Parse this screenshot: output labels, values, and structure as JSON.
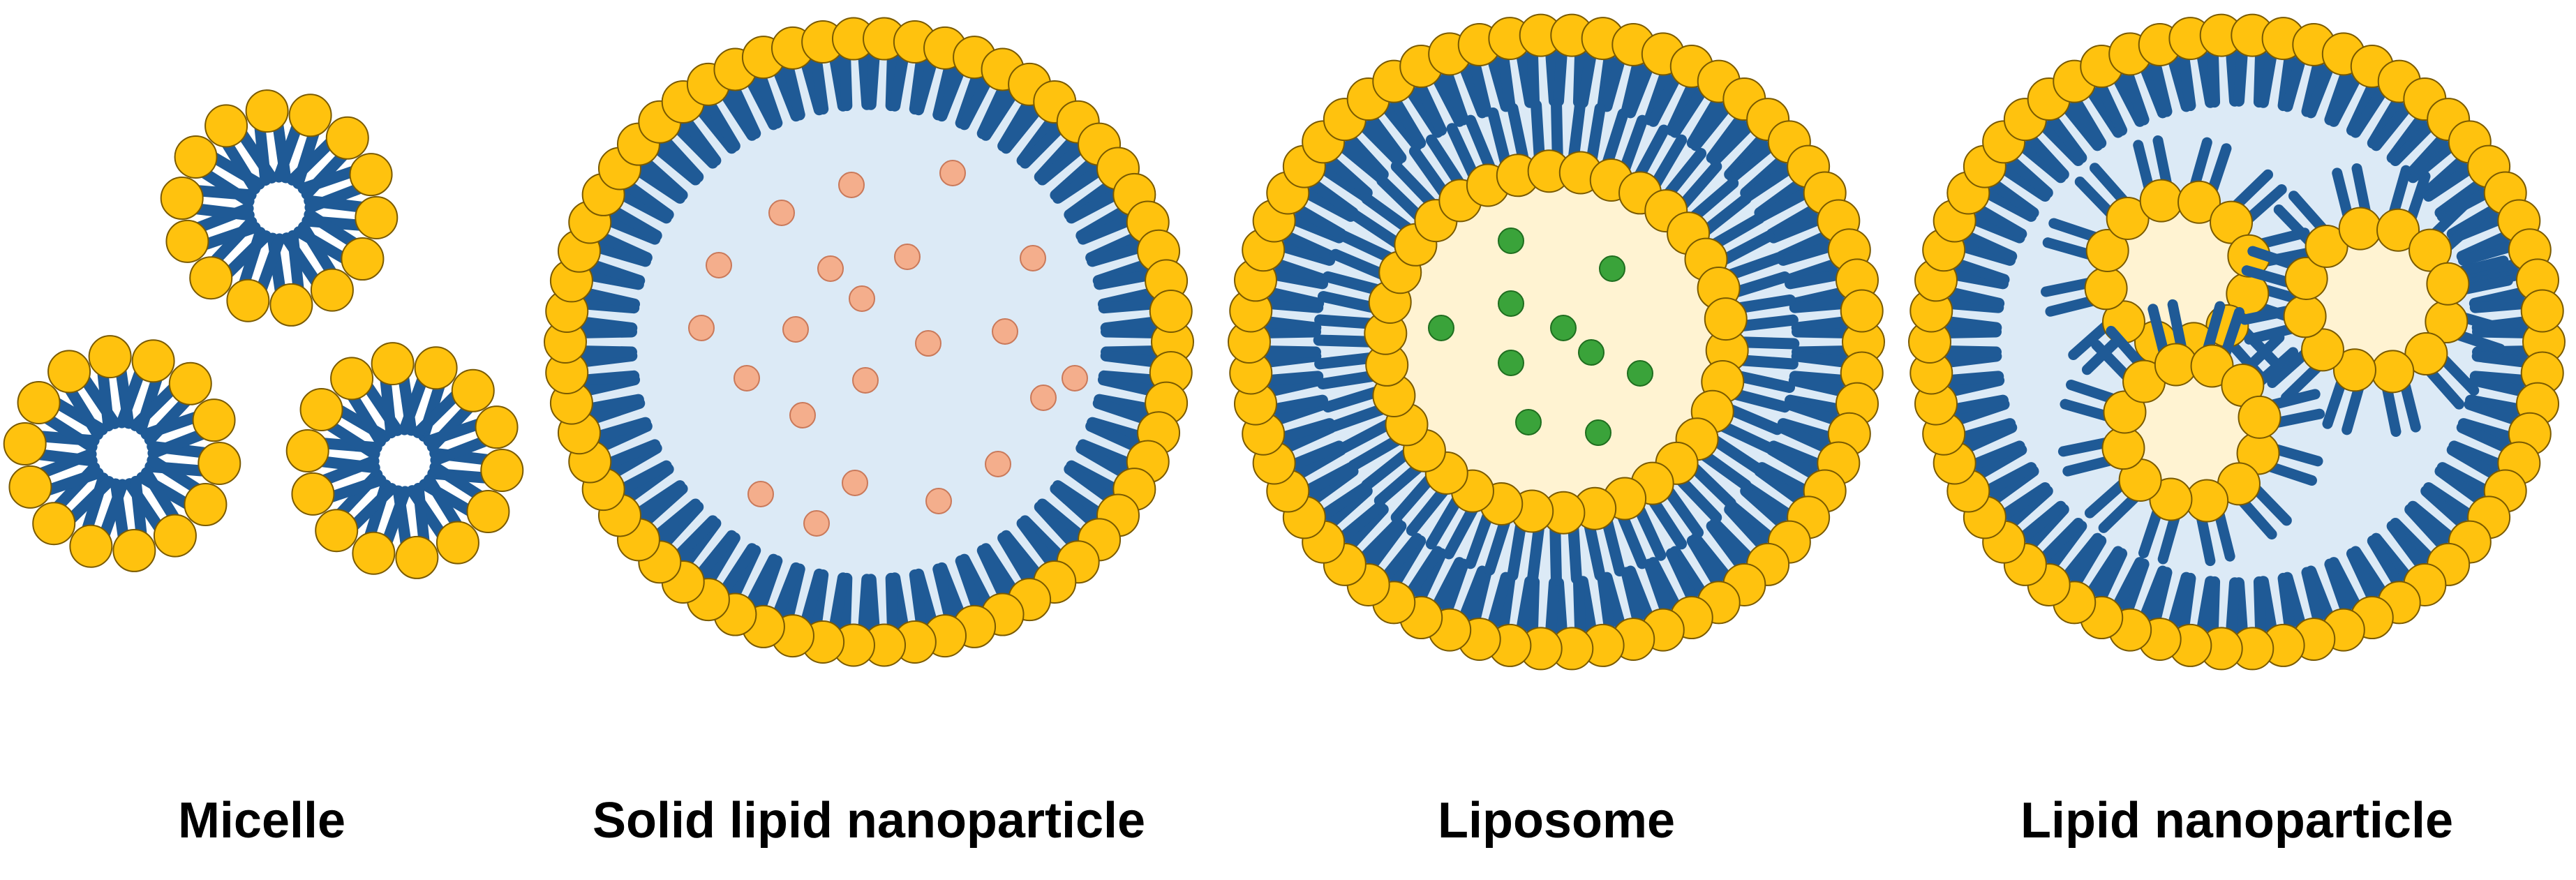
{
  "labels": {
    "micelle": "Micelle",
    "sln": "Solid lipid nanoparticle",
    "liposome": "Liposome",
    "lnp": "Lipid nanoparticle"
  },
  "colors": {
    "head": "#FFC20E",
    "head_stroke": "#7a5a00",
    "tail": "#1F5A96",
    "water": "#DCEAF6",
    "aqueous_core": "#FFF3D2",
    "sln_payload": "#F4AE8C",
    "liposome_payload": "#3AA33A"
  },
  "icons": {
    "micelle": "micelle-icon",
    "sln": "solid-lipid-nanoparticle-icon",
    "liposome": "liposome-icon",
    "lnp": "lipid-nanoparticle-icon"
  }
}
